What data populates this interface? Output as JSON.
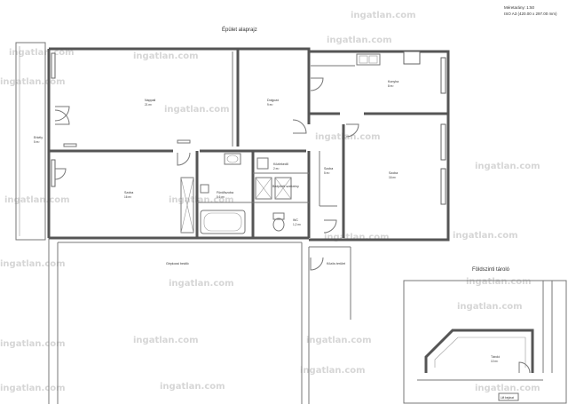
{
  "title": "Épület alaprajz",
  "scale": {
    "line1": "Méretarány: 1:50",
    "line2": "ISO A3 (420.00 x 297.00 mm)"
  },
  "watermark": "ingatlan.com",
  "rooms": [
    {
      "id": "nappali",
      "name": "Nappali",
      "area": "21 m²"
    },
    {
      "id": "dolgozo",
      "name": "Dolgozó",
      "area": "9 m²"
    },
    {
      "id": "konyha",
      "name": "Konyha",
      "area": "8 m²"
    },
    {
      "id": "erkely",
      "name": "Erkély",
      "area": "5 m²"
    },
    {
      "id": "szoba-left",
      "name": "Szoba",
      "area": "16 m²"
    },
    {
      "id": "furdoszoba",
      "name": "Fürdőszoba",
      "area": "5,6 m²"
    },
    {
      "id": "kozlekedo",
      "name": "Közlekedő",
      "area": "2 m²"
    },
    {
      "id": "beepitett-szekreny",
      "name": "Beépített szekrény",
      "area": ""
    },
    {
      "id": "wc",
      "name": "WC",
      "area": "1,2 m²"
    },
    {
      "id": "szoba-hall",
      "name": "Szoba",
      "area": "5 m²"
    },
    {
      "id": "szoba-right",
      "name": "Szoba",
      "area": "16 m²"
    },
    {
      "id": "gepkocsi-beallo",
      "name": "Gépkocsi beálló",
      "area": ""
    },
    {
      "id": "kozos-terulet",
      "name": "Közös terület",
      "area": ""
    }
  ],
  "annex": {
    "title": "Földszinti tároló",
    "room": {
      "name": "Tároló",
      "area": "10 m²"
    },
    "footer": "Lift bejárat"
  }
}
